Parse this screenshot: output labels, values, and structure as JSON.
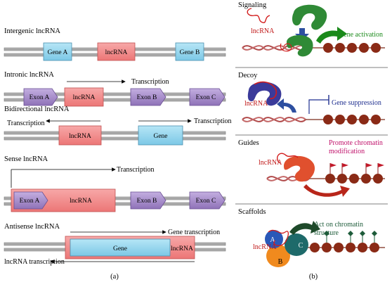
{
  "figure": {
    "panel_a": {
      "tag": "(a)",
      "rows": {
        "intergenic": {
          "title": "Intergenic lncRNA",
          "gene_a": "Gene A",
          "lncrna": "lncRNA",
          "gene_b": "Gene B"
        },
        "intronic": {
          "title": "Intronic lncRNA",
          "transcription": "Transcription",
          "exon_a": "Exon A",
          "lncrna": "lncRNA",
          "exon_b": "Exon B",
          "exon_c": "Exon C"
        },
        "bidirectional": {
          "title": "Bidirectional lncRNA",
          "transcription_left": "Transcription",
          "transcription_right": "Transcription",
          "lncrna": "lncRNA",
          "gene": "Gene"
        },
        "sense": {
          "title": "Sense lncRNA",
          "transcription": "Transcription",
          "exon_a": "Exon A",
          "lncrna": "lncRNA",
          "exon_b": "Exon B",
          "exon_c": "Exon C"
        },
        "antisense": {
          "title": "Antisense lncRNA",
          "gene_transcription": "Gene transcription",
          "gene": "Gene",
          "lncrna": "lncRNA",
          "lncrna_transcription": "lncRNA transcription"
        }
      }
    },
    "panel_b": {
      "tag": "(b)",
      "signaling": {
        "title": "Signaling",
        "lncrna": "lncRNA",
        "effect": "Gene activation"
      },
      "decoy": {
        "title": "Decoy",
        "lncrna": "lncRNA",
        "effect": "Gene suppression"
      },
      "guides": {
        "title": "Guides",
        "lncrna": "lncRNA",
        "effect_line1": "Promote chromatin",
        "effect_line2": "modification"
      },
      "scaffolds": {
        "title": "Scaffolds",
        "lncrna": "lncRNA",
        "effect_line1": "Act on chromatin",
        "effect_line2": "structure",
        "protein_a": "A",
        "protein_b": "B",
        "protein_c": "C"
      }
    }
  },
  "colors": {
    "gene_blue": "#8fd3ec",
    "lncrna_red": "#f08a8a",
    "exon_purple": "#a98fcb",
    "dna_gray": "#a8a8a8",
    "activation_green": "#1b8a1b",
    "suppression_blue": "#1f2f8f",
    "guides_magenta": "#c0106a",
    "scaffold_green": "#1e5c3a"
  }
}
